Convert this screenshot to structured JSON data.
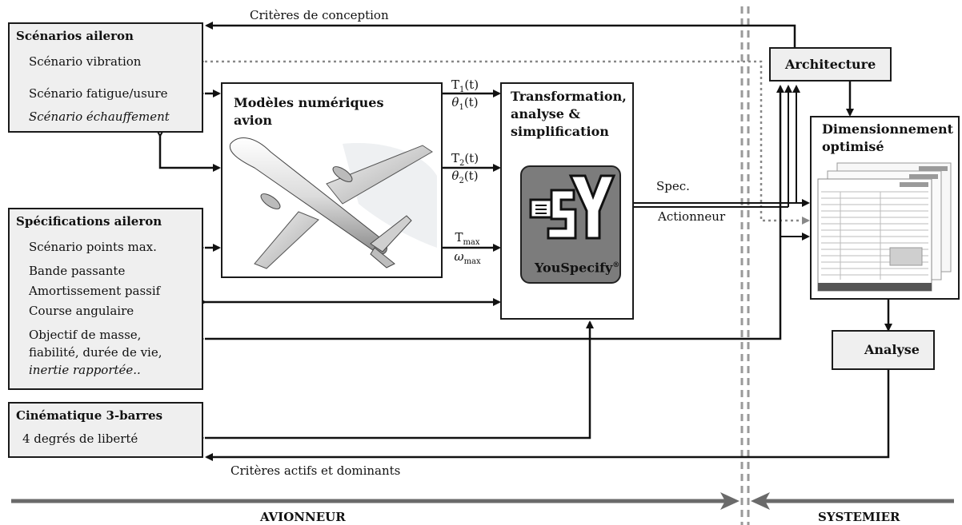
{
  "top_feedback_label": "Critères de conception",
  "bottom_feedback_label": "Critères actifs et dominants",
  "scenarios": {
    "title": "Scénarios aileron",
    "items": [
      "Scénario vibration",
      "Scénario fatigue/usure",
      "Scénario échauffement"
    ]
  },
  "specifications": {
    "title": "Spécifications aileron",
    "items": [
      "Scénario points max.",
      "Bande passante",
      "Amortissement passif",
      "Course angulaire",
      "Objectif de masse,",
      "fiabilité, durée de vie,",
      "inertie rapportée.."
    ]
  },
  "kinematics": {
    "title": "Cinématique 3-barres",
    "items": [
      "4 degrés de liberté"
    ]
  },
  "models": {
    "title_line1": "Modèles numériques",
    "title_line2": "avion"
  },
  "transformation": {
    "title_line1": "Transformation,",
    "title_line2": "analyse &",
    "title_line3": "simplification",
    "logo_text_1": "You",
    "logo_text_2": "Specify",
    "logo_mark": "®"
  },
  "signals": {
    "t1": "T",
    "t1_sub": "1",
    "t1_arg": "(t)",
    "th1": "θ",
    "th1_sub": "1",
    "th1_arg": "(t)",
    "t2": "T",
    "t2_sub": "2",
    "t2_arg": "(t)",
    "th2": "θ",
    "th2_sub": "2",
    "th2_arg": "(t)",
    "tmax": "T",
    "tmax_sub": "max",
    "wmax": "ω",
    "wmax_sub": "max"
  },
  "spec_actuator": {
    "line1": "Spec.",
    "line2": "Actionneur"
  },
  "architecture_label": "Architecture",
  "sizing": {
    "title_line1": "Dimensionnement",
    "title_line2": "optimisé"
  },
  "analysis_label": "Analyse",
  "bottom": {
    "left": "AVIONNEUR",
    "right": "SYSTEMIER"
  }
}
